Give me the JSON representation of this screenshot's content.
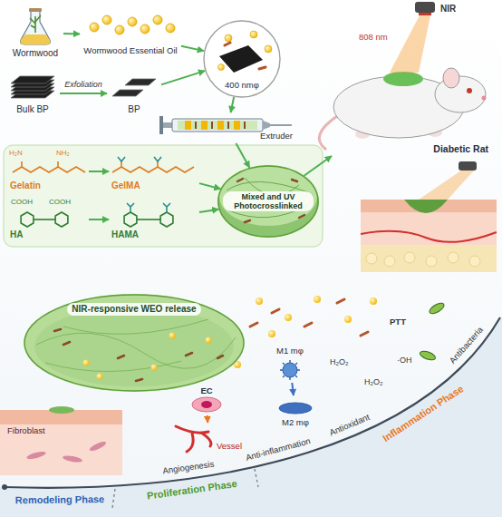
{
  "diagram": {
    "nodes": [
      {
        "text": [
          "Wormwood"
        ]
      },
      {
        "text": [
          "Wormwood Essential Oil"
        ]
      },
      {
        "text": [
          "Bulk BP"
        ]
      },
      {
        "text": [
          "BP"
        ]
      },
      {
        "text": [
          "400 nmφ"
        ]
      },
      {
        "text": [
          "Gelatin"
        ]
      },
      {
        "text": [
          "GelMA"
        ]
      },
      {
        "text": [
          "HA"
        ]
      },
      {
        "text": [
          "HAMA"
        ]
      },
      {
        "text": [
          "Mixed and UV Photocrosslinked"
        ]
      },
      {
        "text": [
          "Extruder"
        ]
      },
      {
        "text": [
          "Diabetic Rat"
        ]
      },
      {
        "text": [
          "NIR-responsive WEO release"
        ]
      },
      {
        "text": [
          "EC"
        ]
      },
      {
        "text": [
          "Vessel"
        ]
      },
      {
        "text": [
          "M1 mφ"
        ]
      },
      {
        "text": [
          "M2 mφ"
        ]
      }
    ],
    "edges": [
      {
        "from": 0,
        "to": 1,
        "arrow": "to"
      },
      {
        "from": 2,
        "to": 3,
        "label": "Exfoliation",
        "arrow": "to"
      },
      {
        "from": 1,
        "to": 4,
        "arrow": "to"
      },
      {
        "from": 3,
        "to": 4,
        "arrow": "to"
      },
      {
        "from": 4,
        "to": 10,
        "arrow": "to"
      },
      {
        "from": 5,
        "to": 6,
        "arrow": "to"
      },
      {
        "from": 7,
        "to": 8,
        "arrow": "to"
      },
      {
        "from": 6,
        "to": 9,
        "arrow": "to"
      },
      {
        "from": 8,
        "to": 9,
        "arrow": "to"
      },
      {
        "from": 10,
        "to": 9,
        "arrow": "to"
      },
      {
        "from": 9,
        "to": 11,
        "arrow": "to"
      },
      {
        "from": 13,
        "to": 14,
        "arrow": "to"
      },
      {
        "from": 15,
        "to": 16,
        "arrow": "to"
      }
    ],
    "labels": [
      "NIR",
      "808 nm",
      "H₂N",
      "NH₂",
      "COOH",
      "COOH",
      "Fibroblast",
      "PTT",
      "H₂O₂",
      "H₂O₂",
      "·OH",
      "Angiogenesis",
      "Anti-inflammation",
      "Antioxidant",
      "Antibacteria",
      "Remodeling Phase",
      "Proliferation Phase",
      "Inflammation Phase"
    ]
  }
}
